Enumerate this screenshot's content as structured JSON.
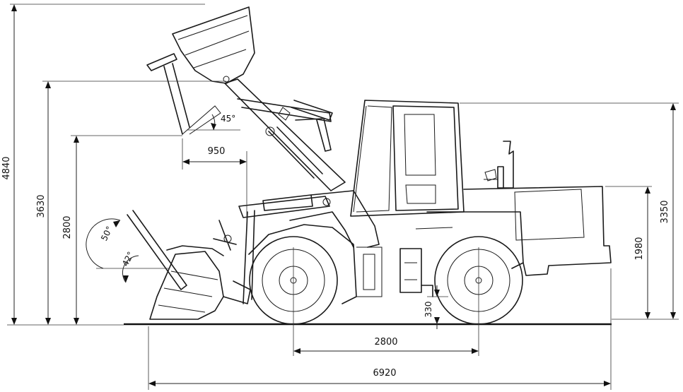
{
  "dimensions": {
    "height_max_bucket_pin": "4840",
    "height_dump": "3630",
    "height_dump_lower": "2800",
    "dump_reach": "950",
    "cab_height": "3350",
    "hood_height": "1980",
    "ground_clearance": "330",
    "wheelbase": "2800",
    "overall_length": "6920"
  },
  "angles": {
    "dump_angle": "45°",
    "rollback_carry": "50°",
    "rollback_ground": "42°"
  }
}
